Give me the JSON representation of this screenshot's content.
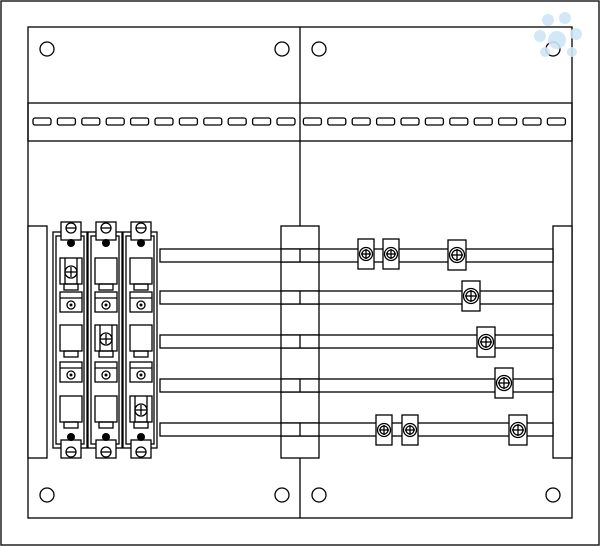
{
  "colors": {
    "line": "#000000",
    "background": "#ffffff",
    "watermark": "#cfe6f7"
  },
  "counts": {
    "busbars": 5,
    "fuse_bases": 3,
    "busbar_clamps": 9
  }
}
